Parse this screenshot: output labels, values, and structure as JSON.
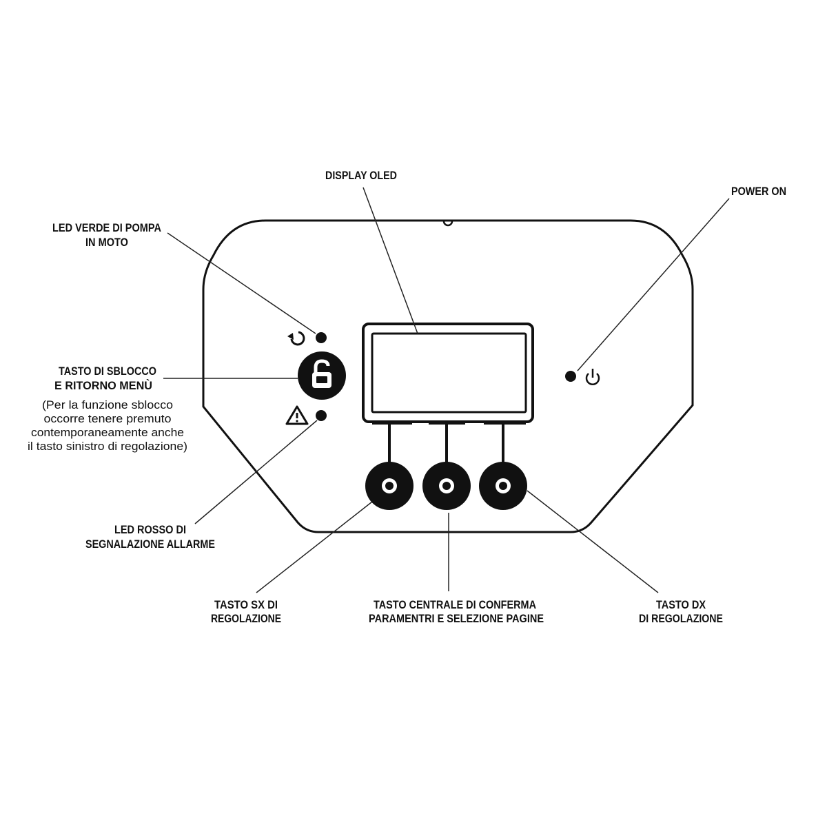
{
  "labels": {
    "display": "DISPLAY OLED",
    "power_on": "POWER ON",
    "led_green": [
      "LED VERDE DI POMPA",
      "IN MOTO"
    ],
    "unlock_button": [
      "TASTO DI SBLOCCO",
      "E RITORNO MENÙ"
    ],
    "unlock_note": [
      "(Per la funzione sblocco",
      "occorre tenere premuto",
      "contemporaneamente anche",
      "il tasto sinistro di regolazione)"
    ],
    "led_red": [
      "LED ROSSO DI",
      "SEGNALAZIONE ALLARME"
    ],
    "left_button": [
      "TASTO SX DI",
      "REGOLAZIONE"
    ],
    "center_button": [
      "TASTO CENTRALE DI CONFERMA",
      "PARAMENTRI E SELEZIONE PAGINE"
    ],
    "right_button": [
      "TASTO DX",
      "DI REGOLAZIONE"
    ]
  },
  "icons": [
    "refresh-icon",
    "unlock-icon",
    "warning-icon",
    "power-icon"
  ],
  "colors": {
    "ink": "#111111",
    "background": "#ffffff"
  }
}
